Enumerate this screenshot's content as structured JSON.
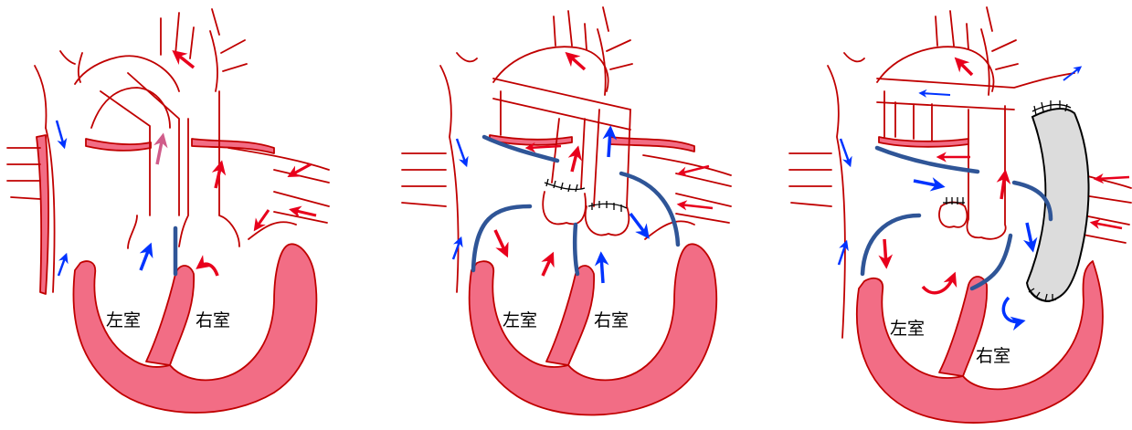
{
  "colors": {
    "vessel_outline": "#c00000",
    "myocardium": "#f26d85",
    "oxygenated_arrow": "#e8001c",
    "deoxygenated_arrow": "#0033ff",
    "mixed_arrow": "#d05c8a",
    "septum_line": "#2f5597",
    "conduit_fill": "#dcdcdc"
  },
  "panels": [
    {
      "left_ventricle_label": "左室",
      "right_ventricle_label": "右室"
    },
    {
      "left_ventricle_label": "左室",
      "right_ventricle_label": "右室"
    },
    {
      "left_ventricle_label": "左室",
      "right_ventricle_label": "右室"
    }
  ]
}
